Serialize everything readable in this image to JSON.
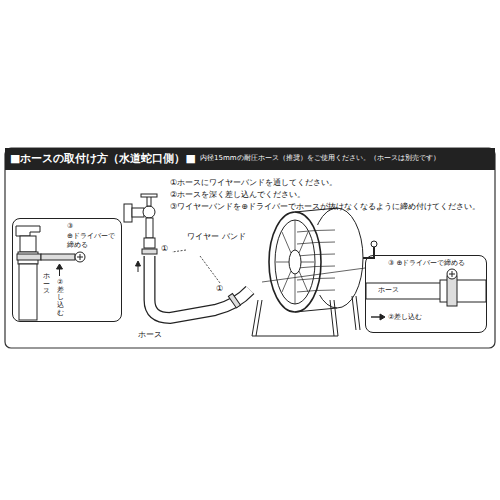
{
  "diagram": {
    "title": "■ホースの取付け方（水道蛇口側）■",
    "nodes": [
      {
        "text": [
          "③",
          "⊕ドライバーで 締める",
          "ホース",
          "②差し込む"
        ]
      },
      {
        "text": [
          "③ ⊕ドライバーで締める",
          "ホース",
          "②差し込む"
        ]
      }
    ],
    "labels": [
      "内径15mmの耐圧ホース（推奨）をご使用ください。（ホースは別売です）",
      "①ホースにワイヤーバンドを通してください。",
      "②ホースを深く差し込んでください。",
      "③ワイヤーバンドを⊕ドライバーでホースが抜けなくなるように締め付けてください。",
      "①",
      "ワイヤー バンド",
      "①",
      "ホース"
    ]
  }
}
